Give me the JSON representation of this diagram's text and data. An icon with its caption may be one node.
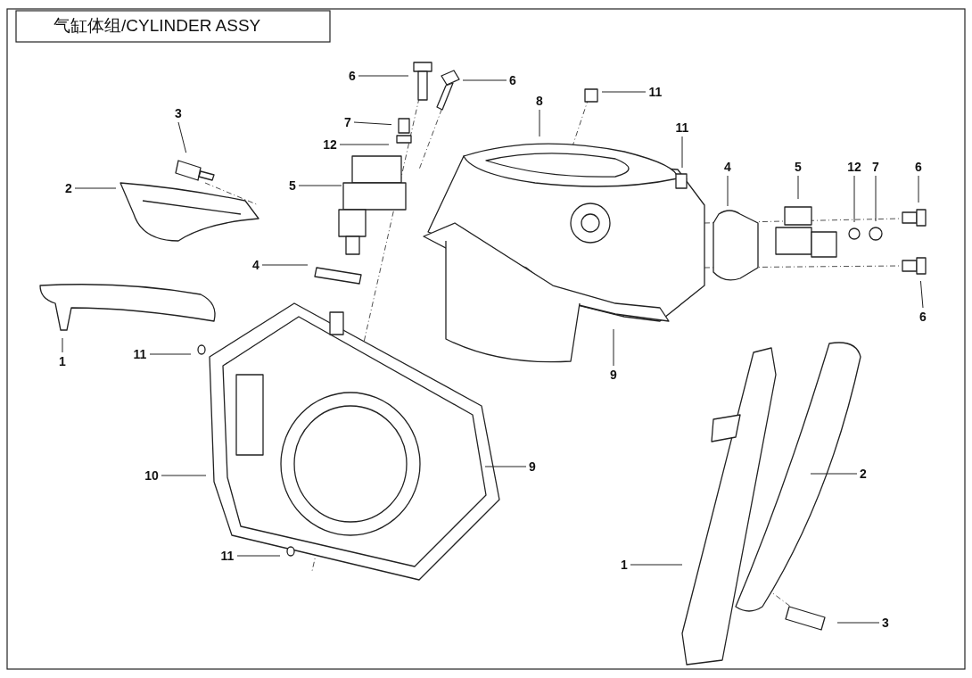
{
  "diagram": {
    "title": "气缸体组/CYLINDER ASSY",
    "nodes": [
      {
        "text": [
          "6"
        ]
      },
      {
        "text": [
          "6"
        ]
      },
      {
        "text": [
          "11"
        ]
      },
      {
        "text": [
          "8"
        ]
      },
      {
        "text": [
          "3"
        ]
      },
      {
        "text": [
          "7"
        ]
      },
      {
        "text": [
          "11"
        ]
      },
      {
        "text": [
          "12"
        ]
      },
      {
        "text": [
          "4"
        ]
      },
      {
        "text": [
          "5"
        ]
      },
      {
        "text": [
          "12"
        ]
      },
      {
        "text": [
          "7"
        ]
      },
      {
        "text": [
          "6"
        ]
      },
      {
        "text": [
          "5"
        ]
      },
      {
        "text": [
          "2"
        ]
      },
      {
        "text": [
          "4"
        ]
      },
      {
        "text": [
          "6"
        ]
      },
      {
        "text": [
          "11"
        ]
      },
      {
        "text": [
          "1"
        ]
      },
      {
        "text": [
          "9"
        ]
      },
      {
        "text": [
          "9"
        ]
      },
      {
        "text": [
          "10"
        ]
      },
      {
        "text": [
          "2"
        ]
      },
      {
        "text": [
          "11"
        ]
      },
      {
        "text": [
          "1"
        ]
      },
      {
        "text": [
          "3"
        ]
      }
    ],
    "edges": [
      {
        "from": 0,
        "to": null,
        "arrow": "none"
      },
      {
        "from": 1,
        "to": null,
        "arrow": "none"
      },
      {
        "from": 2,
        "to": null,
        "arrow": "none"
      },
      {
        "from": 3,
        "to": null,
        "arrow": "none"
      },
      {
        "from": 4,
        "to": null,
        "arrow": "none"
      },
      {
        "from": 5,
        "to": null,
        "arrow": "none"
      },
      {
        "from": 6,
        "to": null,
        "arrow": "none"
      },
      {
        "from": 7,
        "to": null,
        "arrow": "none"
      },
      {
        "from": 8,
        "to": null,
        "arrow": "none"
      },
      {
        "from": 9,
        "to": null,
        "arrow": "none"
      },
      {
        "from": 10,
        "to": null,
        "arrow": "none"
      },
      {
        "from": 11,
        "to": null,
        "arrow": "none"
      },
      {
        "from": 12,
        "to": null,
        "arrow": "none"
      },
      {
        "from": 13,
        "to": null,
        "arrow": "none"
      },
      {
        "from": 14,
        "to": null,
        "arrow": "none"
      },
      {
        "from": 15,
        "to": null,
        "arrow": "none"
      },
      {
        "from": 16,
        "to": null,
        "arrow": "none"
      },
      {
        "from": 17,
        "to": null,
        "arrow": "none"
      },
      {
        "from": 18,
        "to": null,
        "arrow": "none"
      },
      {
        "from": 19,
        "to": null,
        "arrow": "none"
      },
      {
        "from": 20,
        "to": null,
        "arrow": "none"
      },
      {
        "from": 21,
        "to": null,
        "arrow": "none"
      },
      {
        "from": 22,
        "to": null,
        "arrow": "none"
      },
      {
        "from": 23,
        "to": null,
        "arrow": "none"
      },
      {
        "from": 24,
        "to": null,
        "arrow": "none"
      },
      {
        "from": 25,
        "to": null,
        "arrow": "none"
      }
    ]
  }
}
